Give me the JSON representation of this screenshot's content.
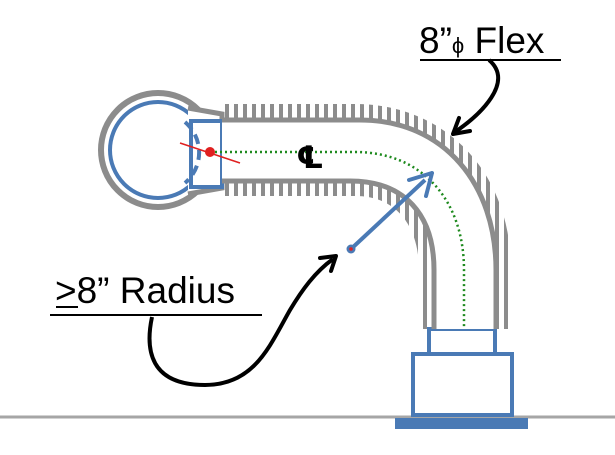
{
  "labels": {
    "flex_size": "8”",
    "flex_phi": "ϕ",
    "flex_word": " Flex",
    "radius_ge": ">",
    "radius_text": "8” Radius",
    "centerline_symbol": "℄"
  },
  "colors": {
    "duct_gray": "#8c8c8c",
    "blue": "#4a7ab5",
    "centerline_green": "#1e8a1e",
    "red": "#e02020",
    "black": "#000000",
    "floor_gray": "#a6a6a6"
  }
}
